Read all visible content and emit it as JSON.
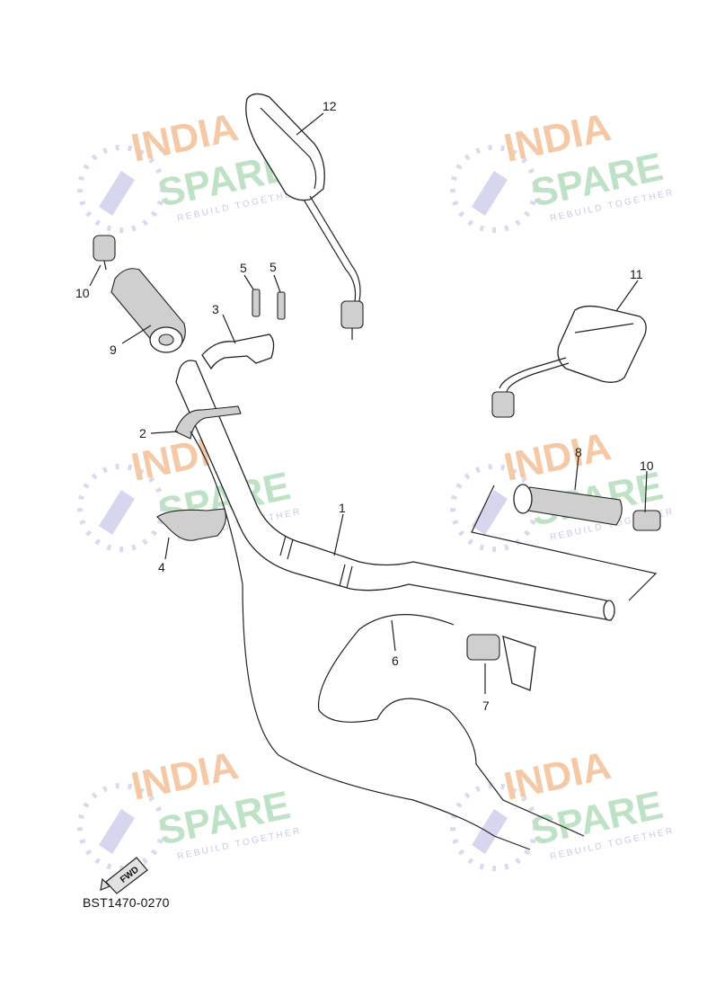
{
  "diagram_code": "BST1470-0270",
  "fwd_label": "FWD",
  "watermark": {
    "line1": "INDIA",
    "line2": "SPARE",
    "tagline": "REBUILD TOGETHER"
  },
  "callouts": {
    "c1": "1",
    "c2": "2",
    "c3": "3",
    "c4": "4",
    "c5a": "5",
    "c5b": "5",
    "c6": "6",
    "c7": "7",
    "c8": "8",
    "c9": "9",
    "c10a": "10",
    "c10b": "10",
    "c11": "11",
    "c12": "12"
  },
  "colors": {
    "wm_orange": "#f6c9a6",
    "wm_green": "#bfe2c6",
    "wm_blue": "#c9c9e2"
  }
}
